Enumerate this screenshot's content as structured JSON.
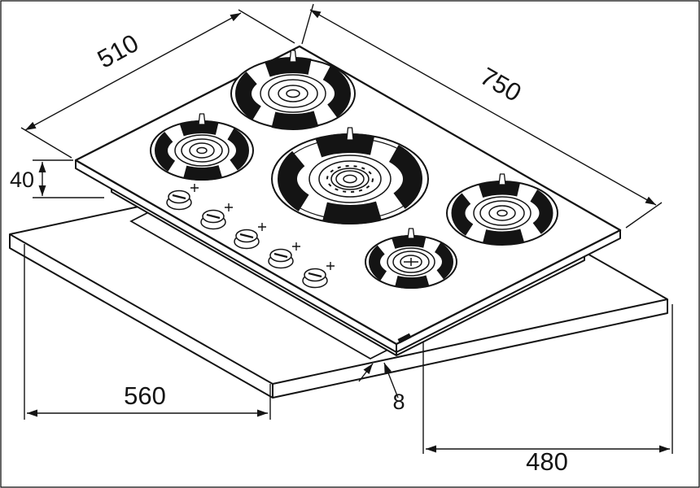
{
  "drawing": {
    "title_hint": "gas-hob-installation-dimension-drawing",
    "dimensions": {
      "top_width": "750",
      "top_depth": "510",
      "height": "40",
      "cutout_width": "560",
      "cutout_depth": "480",
      "glass_overlap": "8"
    },
    "colors": {
      "line": "#141414",
      "background": "#ffffff"
    }
  }
}
